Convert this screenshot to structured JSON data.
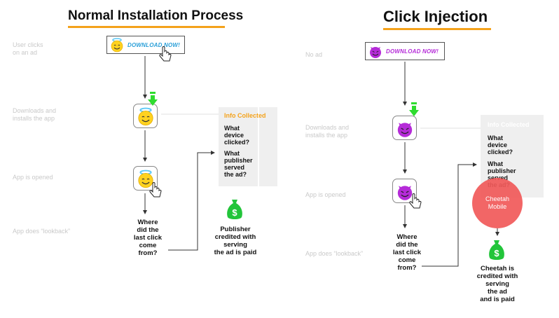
{
  "left": {
    "title": "Normal Installation Process",
    "ad_button": "DOWNLOAD NOW!",
    "steps": {
      "s1": "User clicks\non an ad",
      "s2": "Downloads and\ninstalls the app",
      "s3": "App is opened",
      "s4": "App does “lookback”"
    },
    "question": "Where\ndid the\nlast click\ncome\nfrom?",
    "info_title": "Info Collected",
    "info_q1": "What\ndevice\nclicked?",
    "info_q2": "What\npublisher\nserved\nthe ad?",
    "result": "Publisher\ncredited with\nserving\nthe ad is paid"
  },
  "right": {
    "title": "Click Injection",
    "ad_button": "DOWNLOAD NOW!",
    "steps": {
      "s1": "No ad",
      "s2": "Downloads and\ninstalls the app",
      "s3": "App is opened",
      "s4": "App does “lookback”"
    },
    "question": "Where\ndid the\nlast click\ncome\nfrom?",
    "info_title": "Info Collected",
    "info_q1": "What\ndevice\nclicked?",
    "info_q2": "What\npublisher\nserved\nthe ad?",
    "circle_label": "Cheetah\nMobile",
    "result": "Cheetah is\ncredited with\nserving\nthe ad\nand is paid"
  },
  "colors": {
    "accent_orange": "#f4a21b",
    "money_green": "#22c53a",
    "arrow_green": "#2fdc2f",
    "devil_purple": "#b52bd8",
    "smile_yellow": "#ffd21f",
    "cheetah_red": "#f15a5a"
  },
  "icons": {
    "angel": "angel-emoji-icon",
    "devil": "devil-emoji-icon",
    "download": "green-download-arrow-icon",
    "cursor": "hand-cursor-icon",
    "money": "money-bag-icon"
  }
}
